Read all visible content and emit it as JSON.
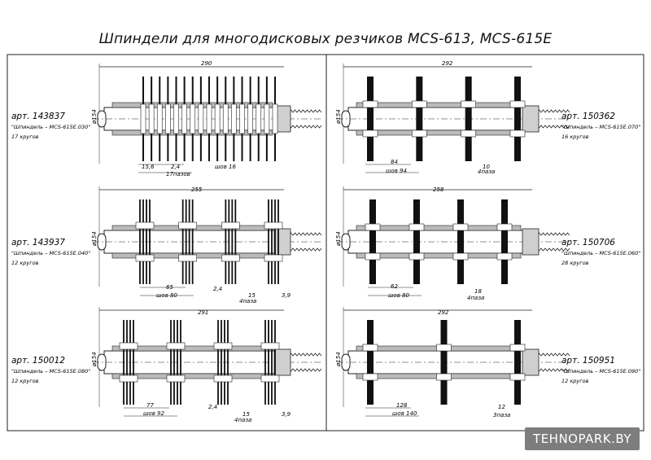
{
  "title": "Шпиндели для многодисковых резчиков MCS-613, MCS-615E",
  "watermark": "TEHNOPARK.BY",
  "diameter_label": "ø154",
  "panels": [
    {
      "art": "арт. 143837",
      "name": "\"Шпиндель – MCS-615E.030\"",
      "count": "17 кругов",
      "disks": 17,
      "style": "thin",
      "total": "290",
      "dims": [
        "15,6",
        "2,4",
        "17пазов",
        "шов 16"
      ]
    },
    {
      "art": "арт. 150362",
      "name": "\"Шпиндель – MCS-615E.070\"",
      "count": "16 кругов",
      "disks": 4,
      "style": "thick",
      "total": "292",
      "dims": [
        "84",
        "шов 94",
        "10",
        "4паза"
      ]
    },
    {
      "art": "арт. 143937",
      "name": "\"Шпиндель – MCS-615E.040\"",
      "count": "12 кругов",
      "disks": 4,
      "style": "group",
      "total": "255",
      "dims": [
        "65",
        "шов 80",
        "2,4",
        "15",
        "4паза",
        "3,9"
      ]
    },
    {
      "art": "арт. 150706",
      "name": "\"Шпиндель – MCS-615E.060\"",
      "count": "28 кругов",
      "disks": 4,
      "style": "thick",
      "total": "258",
      "dims": [
        "62",
        "шов 80",
        "18",
        "4паза"
      ]
    },
    {
      "art": "арт. 150012",
      "name": "\"Шпиндель – MCS-615E.080\"",
      "count": "12 кругов",
      "disks": 4,
      "style": "group",
      "total": "291",
      "dims": [
        "77",
        "шов 92",
        "2,4",
        "15",
        "4паза",
        "3,9"
      ]
    },
    {
      "art": "арт. 150951",
      "name": "\"Шпиндель – MCS-615E.090\"",
      "count": "12 кругов",
      "disks": 3,
      "style": "thick",
      "total": "292",
      "dims": [
        "128",
        "шов 140",
        "12",
        "3паза"
      ]
    }
  ]
}
